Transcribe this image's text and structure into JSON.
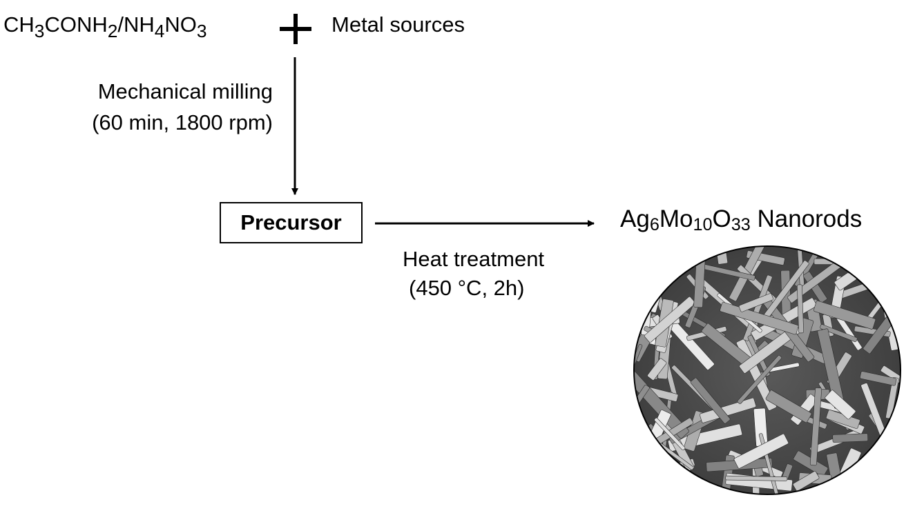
{
  "reactants": {
    "formula_parts": [
      "CH",
      "3",
      "CONH",
      "2",
      "/NH",
      "4",
      "NO",
      "3"
    ],
    "plus_icon": "plus-icon",
    "metal_sources": "Metal sources"
  },
  "step1": {
    "label": "Mechanical milling",
    "conditions": "(60 min, 1800 rpm)"
  },
  "intermediate": {
    "label": "Precursor"
  },
  "step2": {
    "label": "Heat treatment",
    "conditions": "(450 °C, 2h)"
  },
  "product": {
    "formula_parts": [
      "Ag",
      "6",
      "Mo",
      "10",
      "O",
      "33"
    ],
    "name": " Nanorods"
  }
}
